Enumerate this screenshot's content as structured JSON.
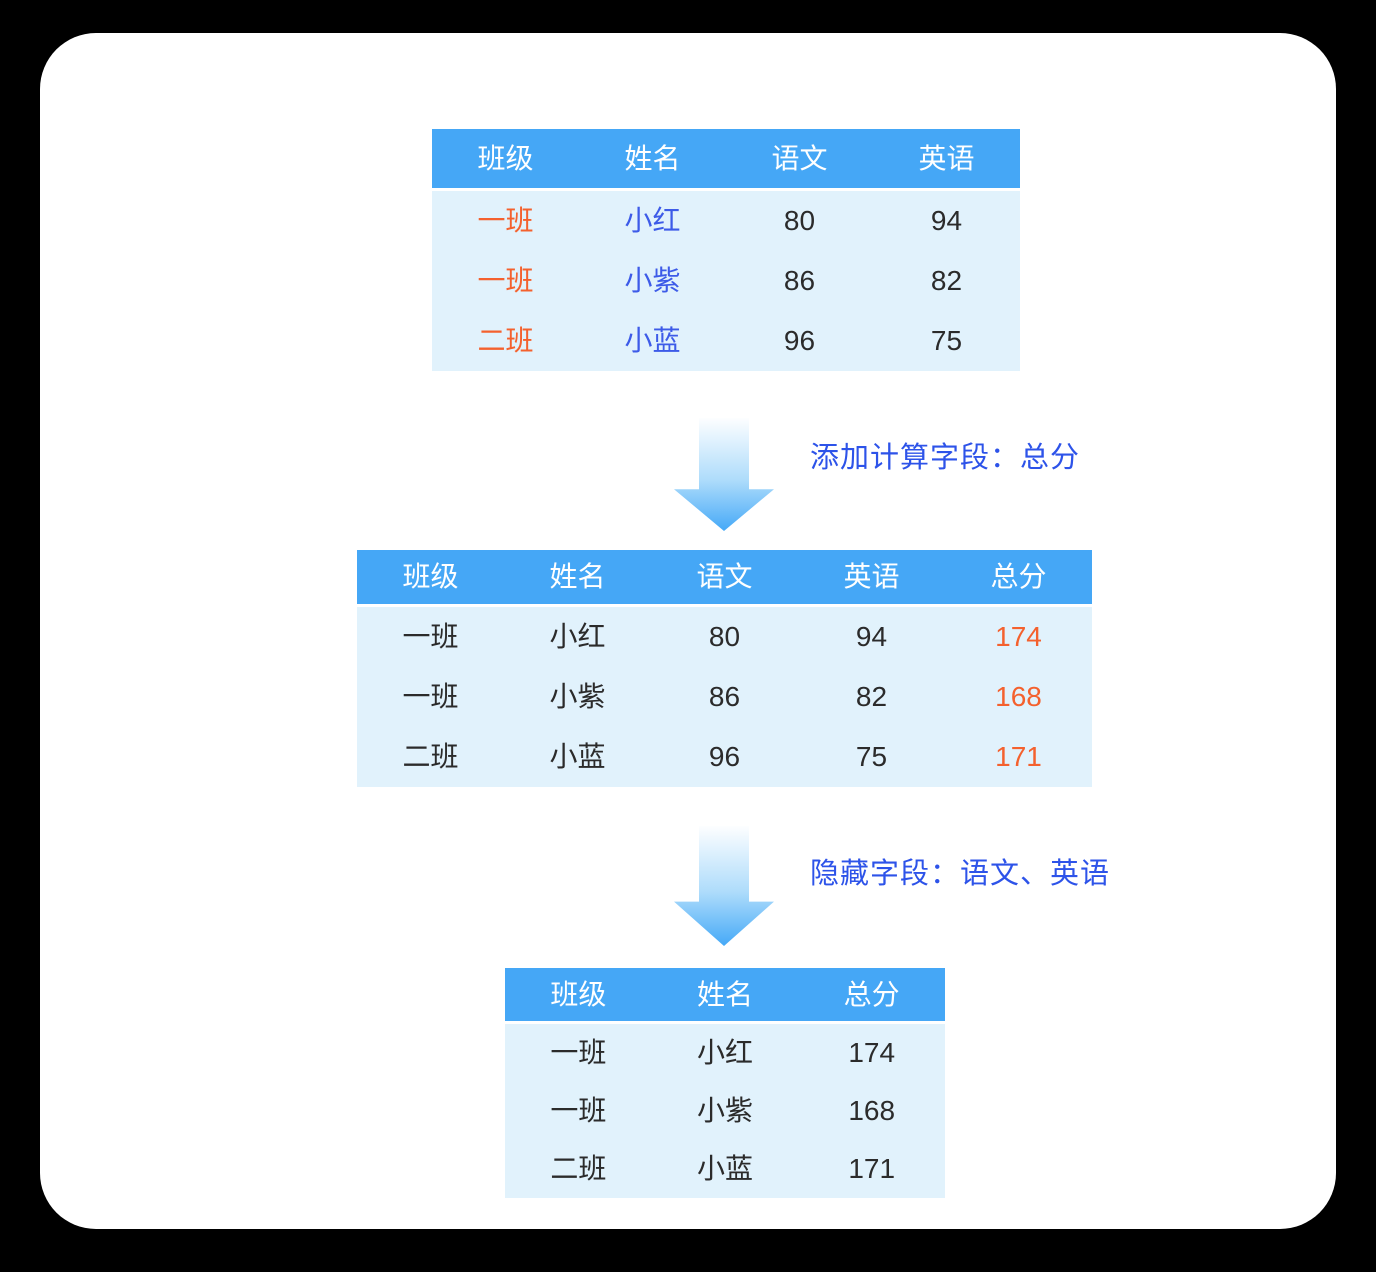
{
  "colors": {
    "page_bg": "#000000",
    "card_bg": "#ffffff",
    "header_bg": "#45a7f6",
    "row_bg": "#e1f2fc",
    "header_text": "#ffffff",
    "orange": "#f4612e",
    "blue": "#3d5be8",
    "dark": "#2b2b2b",
    "label_blue": "#2d53e9",
    "arrow_top": "#fdfeff",
    "arrow_mid": "#aedcfb",
    "arrow_bottom": "#45a9f7"
  },
  "steps": [
    {
      "label": "添加计算字段：总分"
    },
    {
      "label": "隐藏字段：语文、英语"
    }
  ],
  "tables": [
    {
      "name": "source-table",
      "headers": [
        "班级",
        "姓名",
        "语文",
        "英语"
      ],
      "column_styles": [
        "orange",
        "blue",
        "dark",
        "dark"
      ],
      "rows": [
        [
          "一班",
          "小红",
          "80",
          "94"
        ],
        [
          "一班",
          "小紫",
          "86",
          "82"
        ],
        [
          "二班",
          "小蓝",
          "96",
          "75"
        ]
      ]
    },
    {
      "name": "calculated-field-table",
      "headers": [
        "班级",
        "姓名",
        "语文",
        "英语",
        "总分"
      ],
      "column_styles": [
        "dark",
        "dark",
        "dark",
        "dark",
        "orange"
      ],
      "rows": [
        [
          "一班",
          "小红",
          "80",
          "94",
          "174"
        ],
        [
          "一班",
          "小紫",
          "86",
          "82",
          "168"
        ],
        [
          "二班",
          "小蓝",
          "96",
          "75",
          "171"
        ]
      ]
    },
    {
      "name": "hidden-fields-table",
      "headers": [
        "班级",
        "姓名",
        "总分"
      ],
      "column_styles": [
        "dark",
        "dark",
        "dark"
      ],
      "rows": [
        [
          "一班",
          "小红",
          "174"
        ],
        [
          "一班",
          "小紫",
          "168"
        ],
        [
          "二班",
          "小蓝",
          "171"
        ]
      ]
    }
  ]
}
